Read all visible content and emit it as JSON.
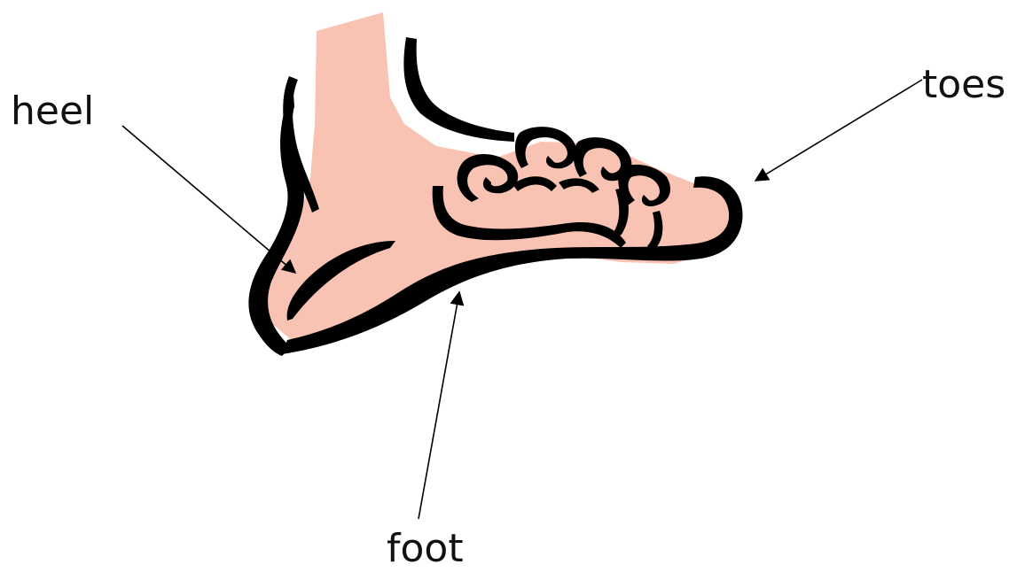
{
  "labels": {
    "heel": "heel",
    "toes": "toes",
    "foot": "foot"
  },
  "colors": {
    "skin": "#f9c3b3",
    "outline": "#000000",
    "pointer": "#000000",
    "background": "#ffffff"
  }
}
